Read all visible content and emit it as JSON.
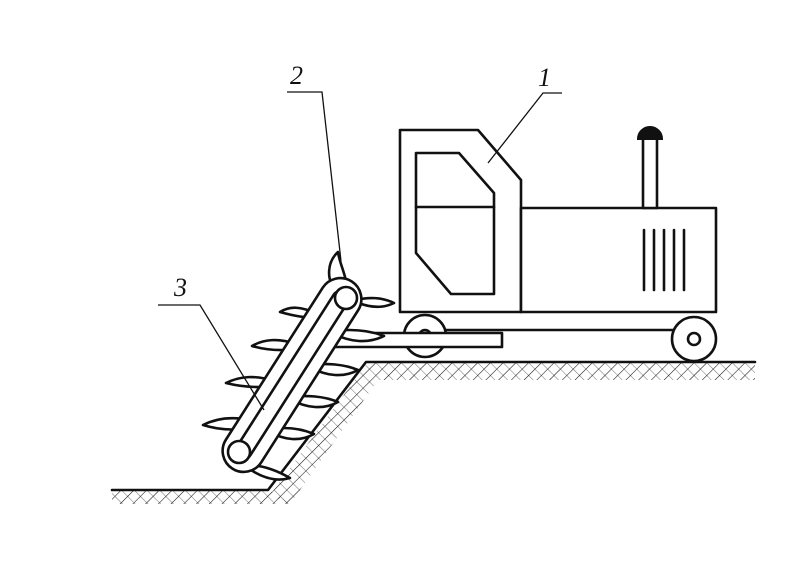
{
  "labels": {
    "label_1": "1",
    "label_2": "2",
    "label_3": "3"
  },
  "colors": {
    "ink": "#111111",
    "background": "#ffffff"
  }
}
